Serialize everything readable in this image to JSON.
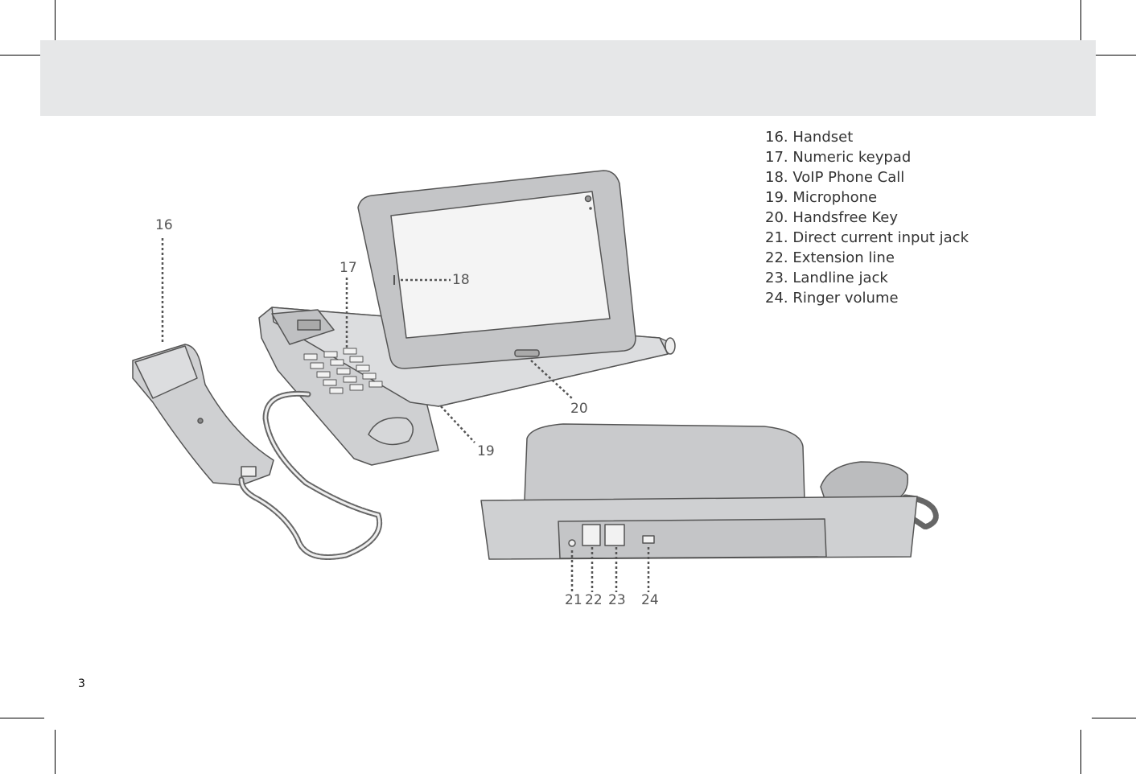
{
  "legend": {
    "items": [
      {
        "label": "16. Handset"
      },
      {
        "label": "17. Numeric keypad"
      },
      {
        "label": "18. VoIP Phone Call"
      },
      {
        "label": "19. Microphone"
      },
      {
        "label": "20. Handsfree Key"
      },
      {
        "label": "21. Direct current input jack"
      },
      {
        "label": "22. Extension line"
      },
      {
        "label": "23. Landline jack"
      },
      {
        "label": "24. Ringer volume"
      }
    ]
  },
  "callouts": {
    "c16": "16",
    "c17": "17",
    "c18": "18",
    "c19": "19",
    "c20": "20",
    "c21": "21",
    "c22": "22",
    "c23": "23",
    "c24": "24"
  },
  "page": {
    "number": "3"
  },
  "colors": {
    "header_band": "#e6e7e8",
    "device_fill": "#cfd0d2",
    "device_stroke": "#555555"
  }
}
